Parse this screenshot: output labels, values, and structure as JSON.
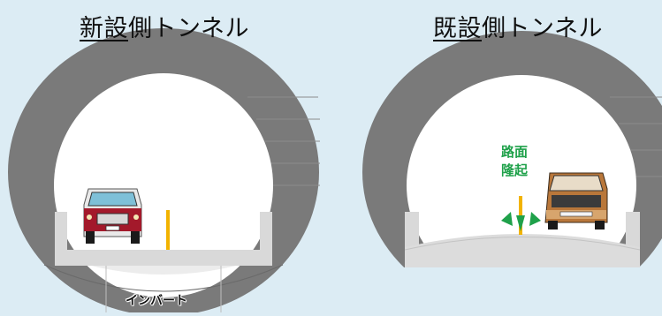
{
  "left_tunnel": {
    "title_underlined": "新設",
    "title_rest": "側トンネル",
    "invert_label": "インバート"
  },
  "right_tunnel": {
    "title_underlined": "既設",
    "title_rest": "側トンネル",
    "heave_label_line1": "路面",
    "heave_label_line2": "隆起"
  },
  "colors": {
    "background": "#dcecf4",
    "lining": "#7a7a7a",
    "pavement": "#d9d9d9",
    "pole": "#f2b300",
    "heave_arrows": "#1fa14a"
  }
}
